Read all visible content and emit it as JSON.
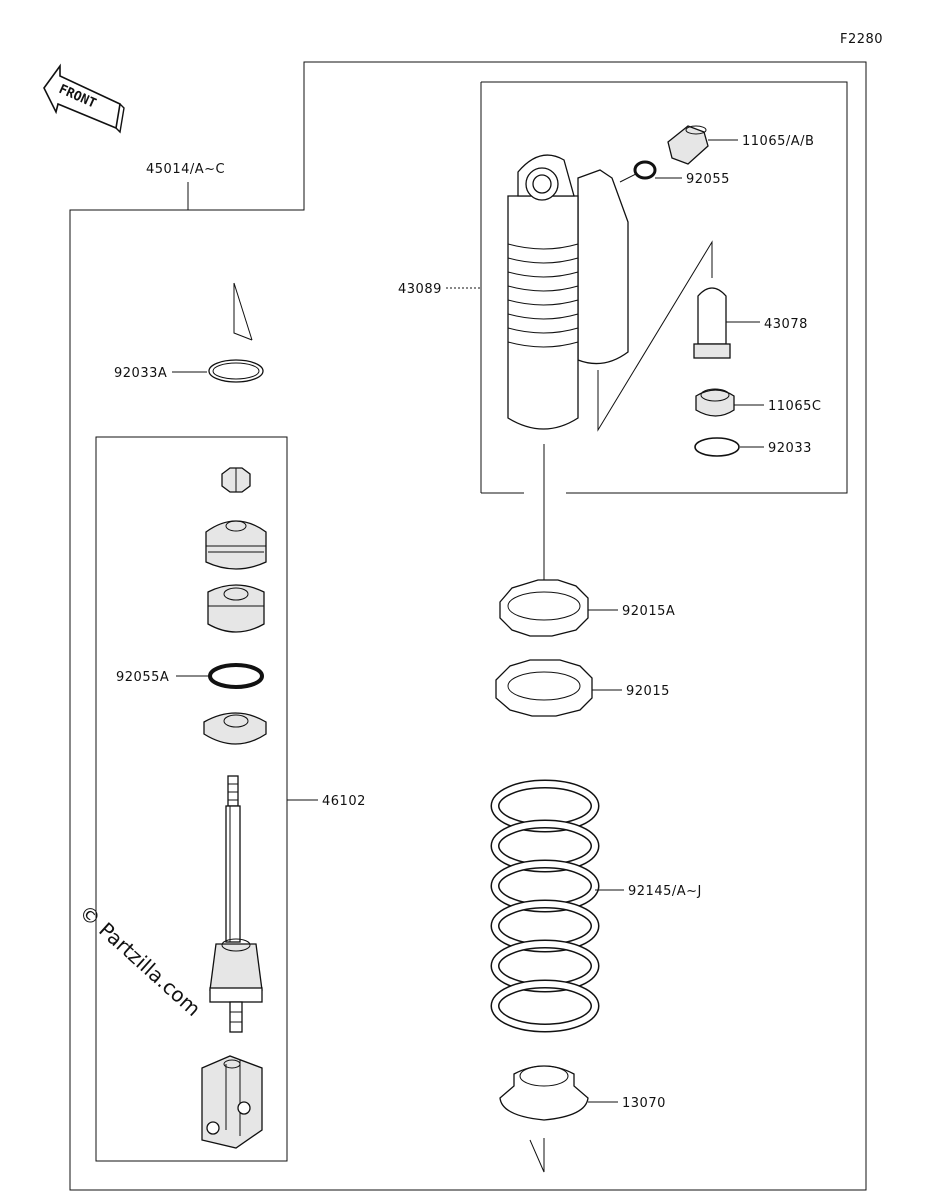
{
  "figure_code": "F2280",
  "front_label": "FRONT",
  "watermark": "© Partzilla.com",
  "parts": {
    "p45014": "45014/A~C",
    "p92033A": "92033A",
    "p92055A": "92055A",
    "p46102": "46102",
    "p43089": "43089",
    "p11065AB": "11065/A/B",
    "p92055": "92055",
    "p43078": "43078",
    "p11065C": "11065C",
    "p92033": "92033",
    "p92015A": "92015A",
    "p92015": "92015",
    "p92145": "92145/A~J",
    "p13070": "13070"
  },
  "colors": {
    "line": "#111111",
    "background": "#ffffff",
    "fill": "#e6e6e6"
  }
}
